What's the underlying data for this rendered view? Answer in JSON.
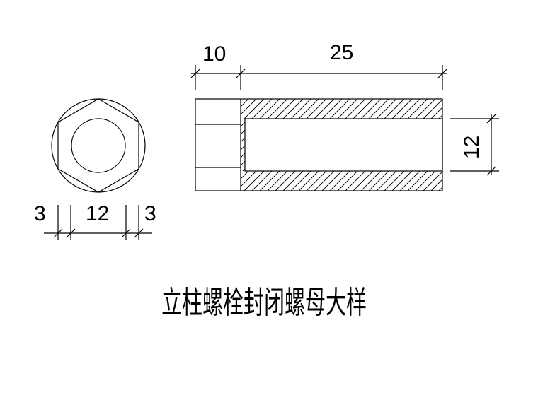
{
  "drawing": {
    "title": "立柱螺栓封闭螺母大样",
    "dimensions": {
      "head_length": "10",
      "body_length": "25",
      "bore_diameter": "12",
      "end_view_width": "12",
      "end_view_left": "3",
      "end_view_right": "3"
    }
  }
}
